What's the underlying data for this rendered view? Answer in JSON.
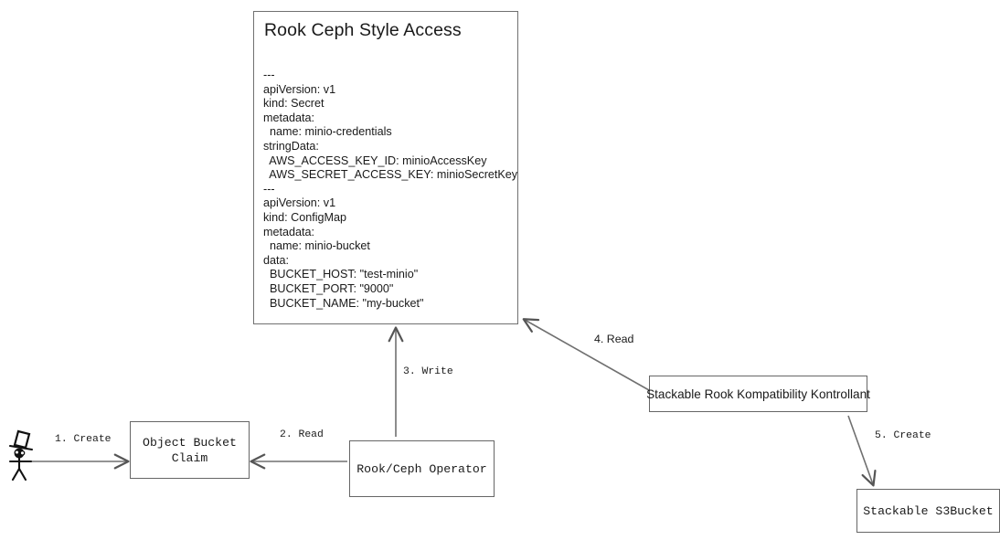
{
  "diagram": {
    "title": "Rook Ceph Style Access flow",
    "type": "flow-diagram",
    "background_color": "#ffffff",
    "stroke_color": "#666666"
  },
  "yaml_card": {
    "title": "Rook Ceph Style Access",
    "body": "---\napiVersion: v1\nkind: Secret\nmetadata:\n  name: minio-credentials\nstringData:\n  AWS_ACCESS_KEY_ID: minioAccessKey\n  AWS_SECRET_ACCESS_KEY: minioSecretKey\n---\napiVersion: v1\nkind: ConfigMap\nmetadata:\n  name: minio-bucket\ndata:\n  BUCKET_HOST: \"test-minio\"\n  BUCKET_PORT: \"9000\"\n  BUCKET_NAME: \"my-bucket\""
  },
  "nodes": {
    "actor": {
      "label": "user-stick-figure"
    },
    "object_bucket_claim": {
      "label": "Object Bucket\nClaim"
    },
    "rook_ceph_operator": {
      "label": "Rook/Ceph Operator"
    },
    "srkk": {
      "label": "Stackable Rook Kompatibility Kontrollant"
    },
    "s3bucket": {
      "label": "Stackable S3Bucket"
    }
  },
  "edges": [
    {
      "id": "create-1",
      "label": "1. Create",
      "from": "actor",
      "to": "object_bucket_claim"
    },
    {
      "id": "read-2",
      "label": "2. Read",
      "from": "rook_ceph_operator",
      "to": "object_bucket_claim"
    },
    {
      "id": "write-3",
      "label": "3. Write",
      "from": "rook_ceph_operator",
      "to": "yaml_card"
    },
    {
      "id": "read-4",
      "label": "4. Read",
      "from": "srkk",
      "to": "yaml_card"
    },
    {
      "id": "create-5",
      "label": "5. Create",
      "from": "srkk",
      "to": "s3bucket"
    }
  ]
}
